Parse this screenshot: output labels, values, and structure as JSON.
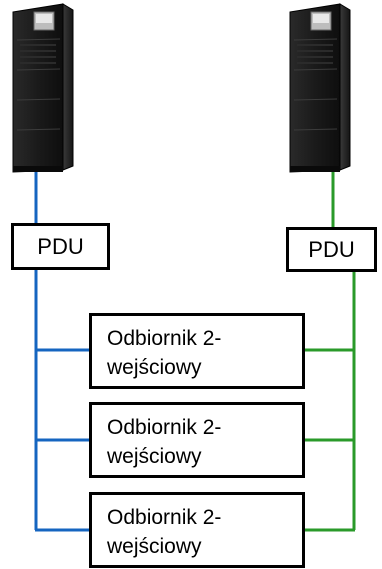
{
  "pdu_left": {
    "label": "PDU"
  },
  "pdu_right": {
    "label": "PDU"
  },
  "loads": [
    {
      "line1": "Odbiornik 2-",
      "line2": "wejściowy"
    },
    {
      "line1": "Odbiornik 2-",
      "line2": "wejściowy"
    },
    {
      "line1": "Odbiornik 2-",
      "line2": "wejściowy"
    }
  ],
  "colors": {
    "left_feed": "#1565c0",
    "right_feed": "#2a9a2a",
    "ups_body": "#1c1c1c"
  },
  "icons": [
    "ups-cabinet-left-icon",
    "ups-cabinet-right-icon"
  ]
}
